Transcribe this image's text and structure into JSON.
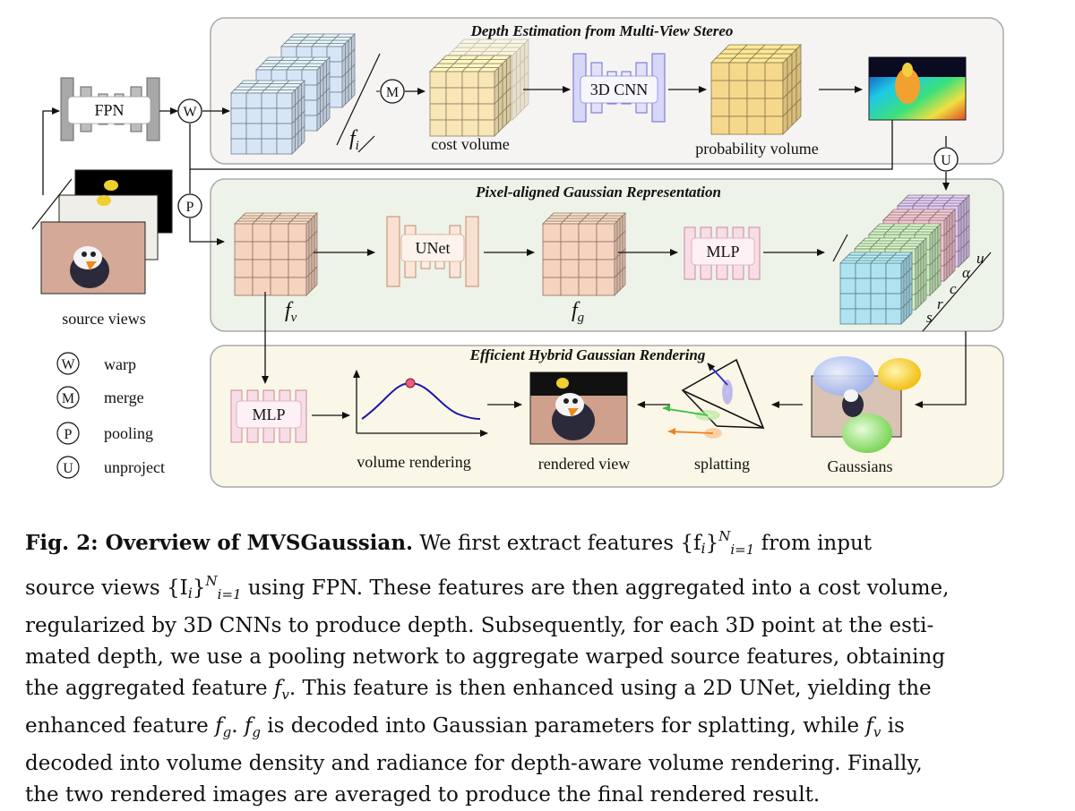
{
  "sections": {
    "depth_title": "Depth Estimation from Multi-View Stereo",
    "pixel_title": "Pixel-aligned Gaussian Representation",
    "render_title": "Efficient Hybrid Gaussian Rendering"
  },
  "labels": {
    "fpn": "FPN",
    "cnn3d": "3D CNN",
    "cost_volume": "cost volume",
    "probability_volume": "probability volume",
    "unet": "UNet",
    "mlp_top": "MLP",
    "mlp_bottom": "MLP",
    "source_views": "source views",
    "volume_rendering": "volume rendering",
    "rendered_view": "rendered view",
    "splatting": "splatting",
    "gaussians": "Gaussians",
    "f_i": "f",
    "f_i_sub": "i",
    "f_v": "f",
    "f_v_sub": "v",
    "f_g": "f",
    "f_g_sub": "g",
    "param_s": "s",
    "param_r": "r",
    "param_c": "c",
    "param_alpha": "α",
    "param_u": "u"
  },
  "ops": {
    "W": "W",
    "M": "M",
    "P": "P",
    "U": "U"
  },
  "legend": [
    {
      "symbol": "W",
      "label": "warp"
    },
    {
      "symbol": "M",
      "label": "merge"
    },
    {
      "symbol": "P",
      "label": "pooling"
    },
    {
      "symbol": "U",
      "label": "unproject"
    }
  ],
  "colors": {
    "panel_top": "#f5f4f3",
    "panel_mid": "#eef3e9",
    "panel_bottom": "#faf7e8",
    "cube_blue": "#d6e6f7",
    "cube_yellow": "#f9e6b5",
    "cube_gold": "#f5d88c",
    "cube_peach": "#f6d3bd",
    "cube_cyan": "#aee3f2",
    "cube_green": "#cdeec0",
    "cube_pink": "#f3c2cc",
    "cube_purple": "#dcc7ef",
    "unet_fill": "#f9e3d6",
    "mlp_fill": "#f8dde6",
    "cnn_fill": "#dfe0f7"
  },
  "caption": {
    "lead": "Fig. 2: Overview of MVSGaussian.",
    "lines": [
      " We first extract features {f",
      "i",
      "}",
      "N",
      "i=1",
      " from input",
      "source views {I",
      "i",
      "}",
      "N",
      "i=1",
      " using FPN. These features are then aggregated into a cost volume,",
      "regularized by 3D CNNs to produce depth. Subsequently, for each 3D point at the esti-",
      "mated depth, we use a pooling network to aggregate warped source features, obtaining",
      "the aggregated feature ",
      "f",
      "v",
      ". This feature is then enhanced using a 2D UNet, yielding the",
      "enhanced feature ",
      "f",
      "g",
      ". ",
      "f",
      "g",
      " is decoded into Gaussian parameters for splatting, while ",
      "f",
      "v",
      " is",
      "decoded into volume density and radiance for depth-aware volume rendering. Finally,",
      "the two rendered images are averaged to produce the final rendered result."
    ]
  }
}
